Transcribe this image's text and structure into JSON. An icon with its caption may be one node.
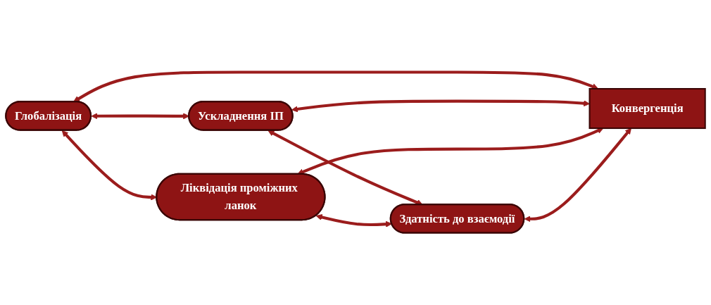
{
  "diagram": {
    "nodes": [
      {
        "text": [
          "Глобалізація"
        ]
      },
      {
        "text": [
          "Ускладнення ІП"
        ]
      },
      {
        "text": [
          "Конвергенція"
        ]
      },
      {
        "text": [
          "Ліквідація проміжних ланок"
        ]
      },
      {
        "text": [
          "Здатність до взаємодії"
        ]
      }
    ],
    "edges": [
      {
        "from": 0,
        "to": 1,
        "arrow": "both"
      },
      {
        "from": 0,
        "to": 2,
        "arrow": "both"
      },
      {
        "from": 1,
        "to": 2,
        "arrow": "both"
      },
      {
        "from": 0,
        "to": 3,
        "arrow": "both"
      },
      {
        "from": 1,
        "to": 4,
        "arrow": "both"
      },
      {
        "from": 3,
        "to": 2,
        "arrow": "both"
      },
      {
        "from": 4,
        "to": 2,
        "arrow": "both"
      },
      {
        "from": 3,
        "to": 4,
        "arrow": "both"
      }
    ]
  }
}
